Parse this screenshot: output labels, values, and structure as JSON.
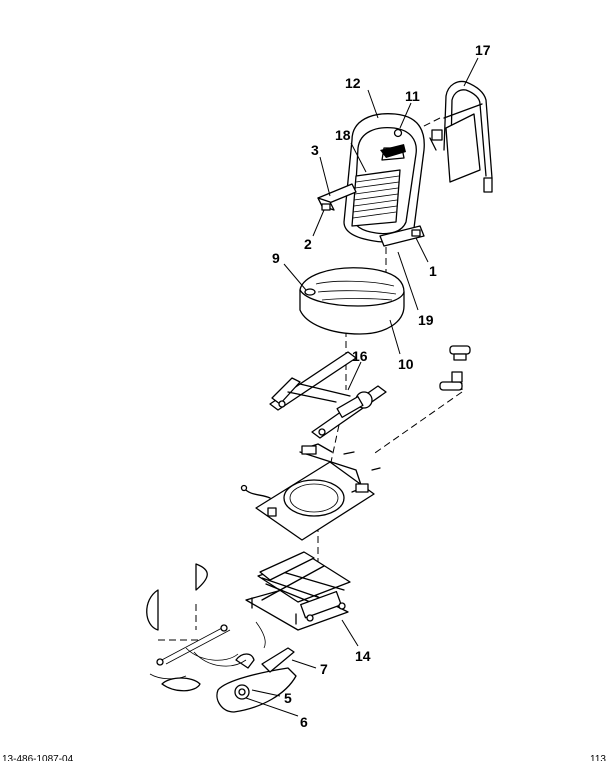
{
  "callouts": {
    "c1": "1",
    "c2": "2",
    "c3": "3",
    "c5": "5",
    "c6": "6",
    "c7": "7",
    "c9": "9",
    "c10": "10",
    "c11": "11",
    "c12": "12",
    "c14": "14",
    "c16": "16",
    "c17": "17",
    "c18": "18",
    "c19": "19"
  },
  "footer": {
    "drawing_number": "13-486-1087-04",
    "sheet_ref": "113"
  }
}
